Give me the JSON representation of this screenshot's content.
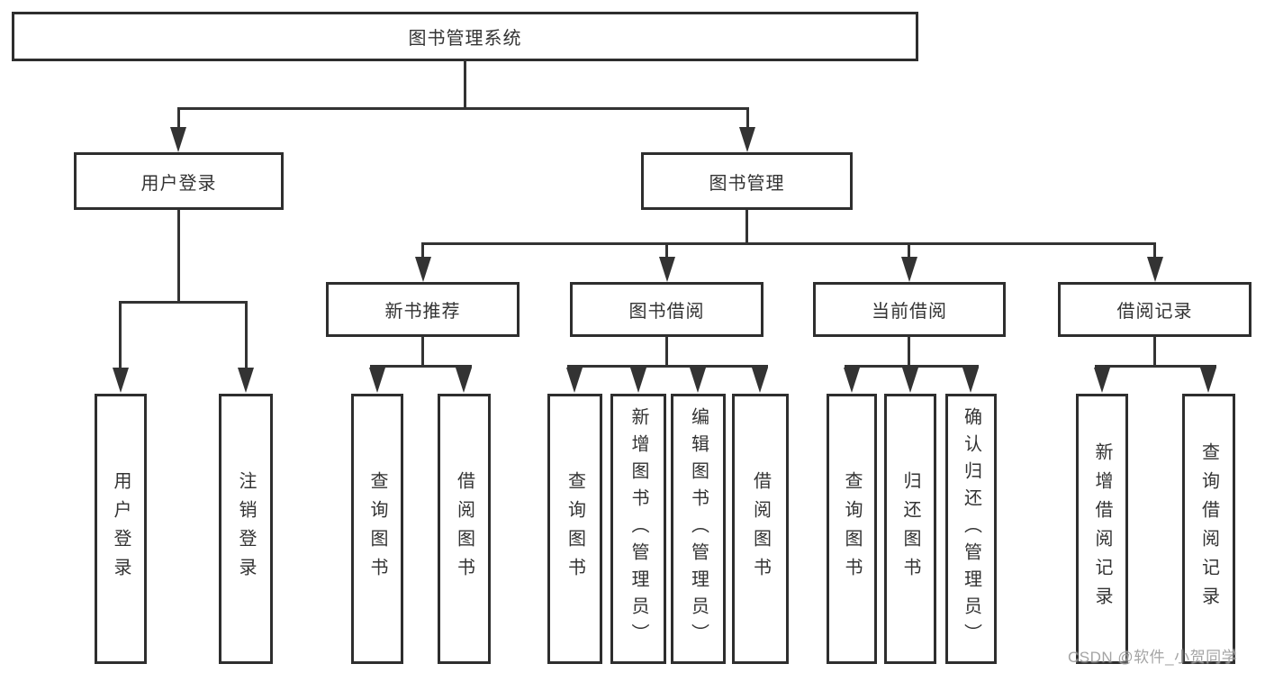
{
  "diagram": {
    "root": "图书管理系统",
    "user_login": {
      "label": "用户登录",
      "children": [
        "用户登录",
        "注销登录"
      ]
    },
    "book_mgmt": {
      "label": "图书管理",
      "groups": [
        {
          "label": "新书推荐",
          "children": [
            "查询图书",
            "借阅图书"
          ]
        },
        {
          "label": "图书借阅",
          "children": [
            "查询图书",
            "新增图书（管理员）",
            "编辑图书（管理员）",
            "借阅图书"
          ]
        },
        {
          "label": "当前借阅",
          "children": [
            "查询图书",
            "归还图书",
            "确认归还（管理员）"
          ]
        },
        {
          "label": "借阅记录",
          "children": [
            "新增借阅记录",
            "查询借阅记录"
          ]
        }
      ]
    },
    "colors": {
      "line": "#333333",
      "border": "#2e2e2e",
      "background": "#ffffff"
    }
  },
  "watermark": {
    "text": "CSDN @软件_小贺同学",
    "color": "#9b9b9b"
  }
}
